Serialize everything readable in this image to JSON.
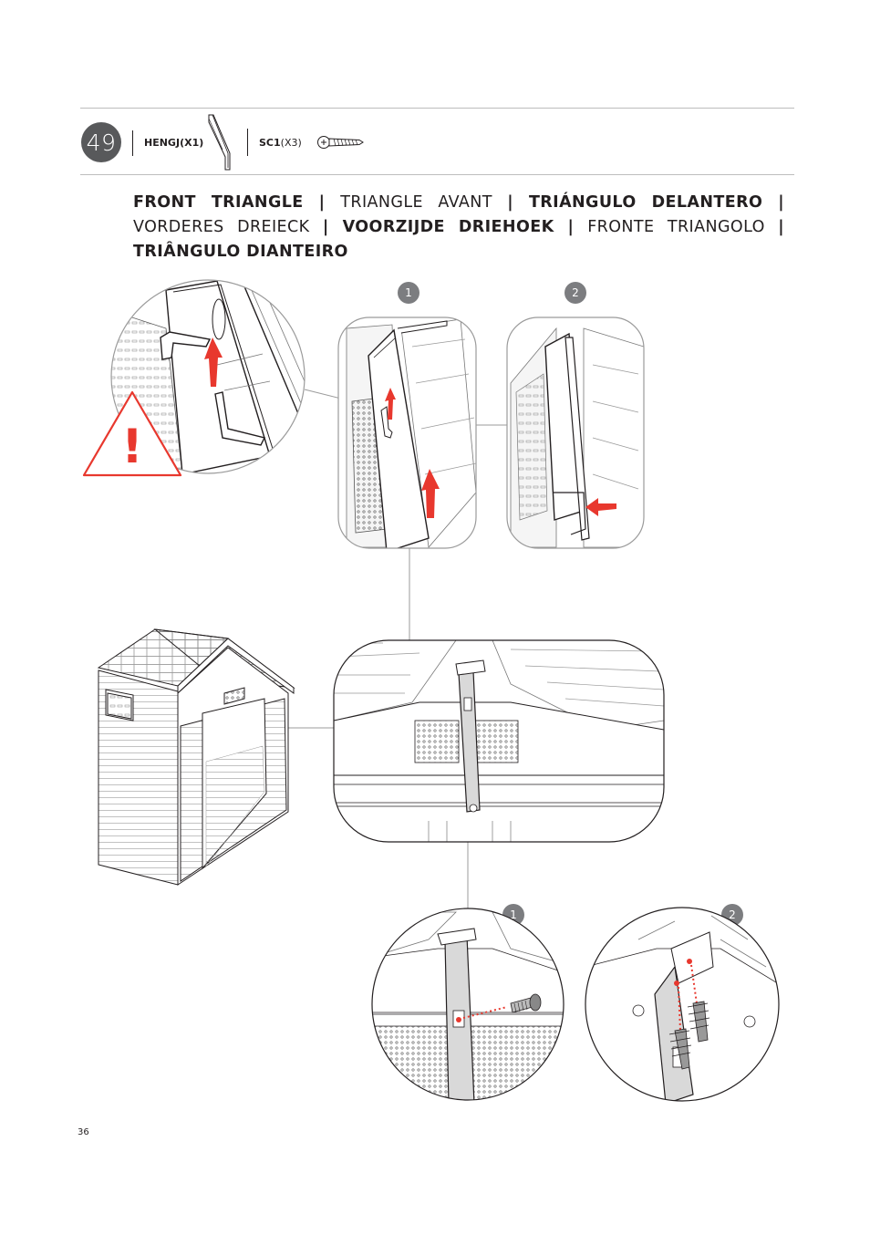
{
  "step": {
    "number": "49"
  },
  "parts": [
    {
      "code": "HENGJ",
      "qty": "(X1)"
    },
    {
      "code": "SC1",
      "qty": "(X3)"
    }
  ],
  "title": [
    {
      "text": "FRONT TRIANGLE ",
      "weight": "bold"
    },
    {
      "text": "| ",
      "weight": "bold"
    },
    {
      "text": "TRIANGLE AVANT ",
      "weight": "light"
    },
    {
      "text": "| TRIÁNGULO DELANTERO ",
      "weight": "bold"
    },
    {
      "text": " | ",
      "weight": "bold"
    },
    {
      "text": "VORDERES DREIECK ",
      "weight": "light"
    },
    {
      "text": "| VOORZIJDE DRIEHOEK | ",
      "weight": "bold"
    },
    {
      "text": "FRONTE TRIANGOLO ",
      "weight": "light"
    },
    {
      "text": " | TRIÂNGULO DIANTEIRO",
      "weight": "bold"
    }
  ],
  "detail_badges": {
    "top_1": "1",
    "top_2": "2",
    "bottom_1": "1",
    "bottom_2": "2"
  },
  "warning": {
    "symbol": "!"
  },
  "colors": {
    "badge": "#58595b",
    "detail_badge": "#7c7d80",
    "arrow": "#e8382e",
    "line": "#231f20",
    "panel_line": "#9b9b9b"
  },
  "page_number": "36"
}
